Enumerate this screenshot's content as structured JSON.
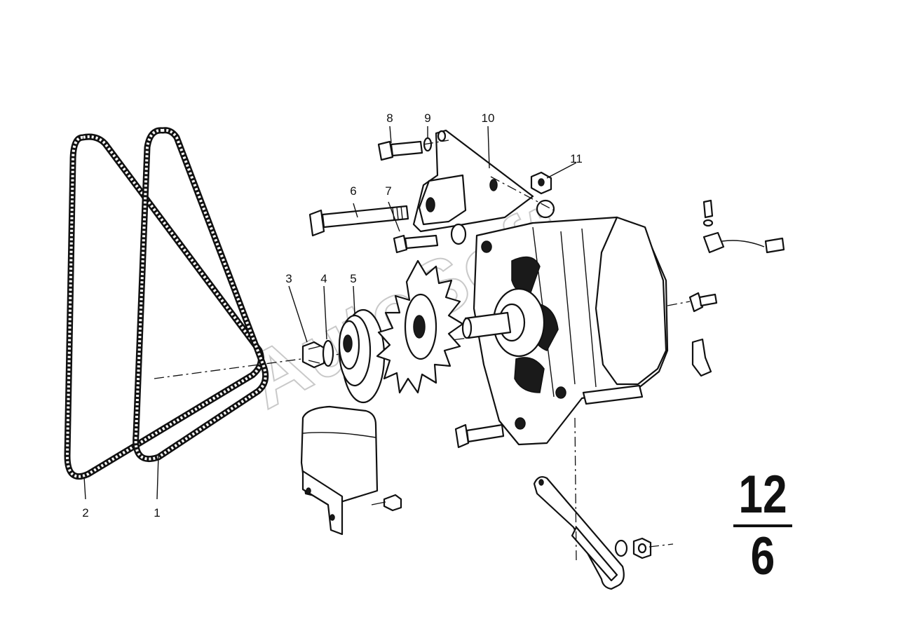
{
  "diagram": {
    "callouts": [
      {
        "id": "1",
        "label": "1"
      },
      {
        "id": "2",
        "label": "2"
      },
      {
        "id": "3",
        "label": "3"
      },
      {
        "id": "4",
        "label": "4"
      },
      {
        "id": "5",
        "label": "5"
      },
      {
        "id": "6",
        "label": "6"
      },
      {
        "id": "7",
        "label": "7"
      },
      {
        "id": "8",
        "label": "8"
      },
      {
        "id": "9",
        "label": "9"
      },
      {
        "id": "10",
        "label": "10"
      },
      {
        "id": "11",
        "label": "11"
      }
    ],
    "watermark": "AutoSoft",
    "page_number": {
      "group": "12",
      "sheet": "6"
    }
  }
}
